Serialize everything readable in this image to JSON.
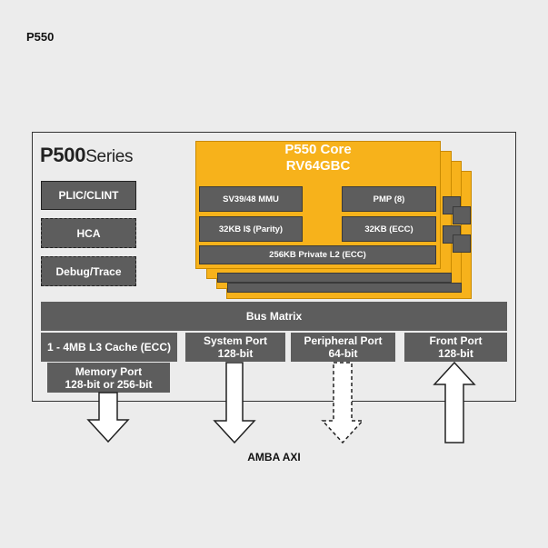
{
  "page_title": "P550",
  "series": {
    "bold": "P500",
    "light": "Series"
  },
  "left_blocks": [
    "PLIC/CLINT",
    "HCA",
    "Debug/Trace"
  ],
  "core": {
    "title_line1": "P550 Core",
    "title_line2": "RV64GBC",
    "mmu": "SV39/48 MMU",
    "pmp": "PMP (8)",
    "icache": "32KB I$ (Parity)",
    "dcache": "32KB (ECC)",
    "l2": "256KB Private L2 (ECC)"
  },
  "bus_matrix": "Bus Matrix",
  "l3_cache": "1 - 4MB L3 Cache (ECC)",
  "ports": {
    "memory": {
      "line1": "Memory Port",
      "line2": "128-bit or 256-bit"
    },
    "system": {
      "line1": "System Port",
      "line2": "128-bit"
    },
    "peripheral": {
      "line1": "Peripheral Port",
      "line2": "64-bit"
    },
    "front": {
      "line1": "Front Port",
      "line2": "128-bit"
    }
  },
  "amba_label": "AMBA AXI",
  "colors": {
    "core": "#f7b21b",
    "block": "#5d5d5d",
    "background": "#ececec"
  }
}
